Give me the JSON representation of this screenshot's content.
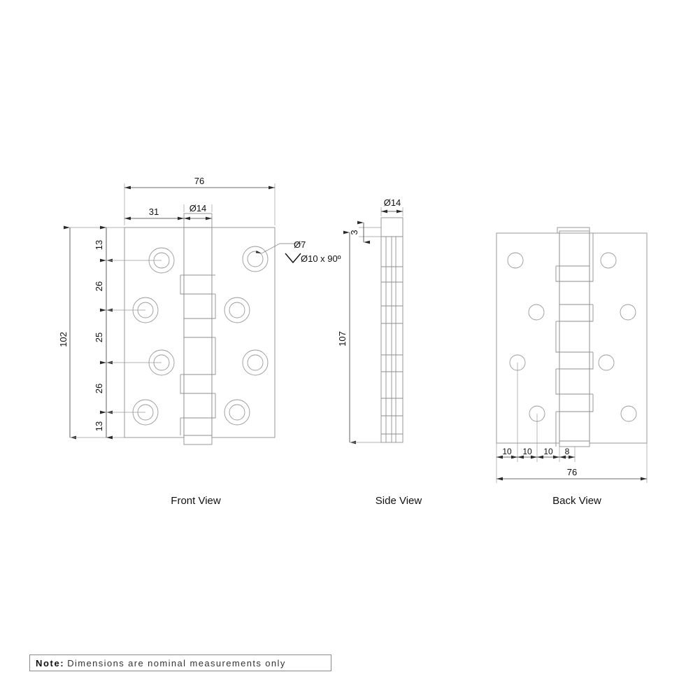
{
  "drawing": {
    "title": "Hinge technical drawing",
    "views": [
      {
        "id": "front",
        "label": "Front View"
      },
      {
        "id": "side",
        "label": "Side View"
      },
      {
        "id": "back",
        "label": "Back View"
      }
    ]
  },
  "front_view": {
    "label": "Front View",
    "width_overall": "76",
    "offset_to_knuckle": "31",
    "knuckle_diameter": "Ø14",
    "height_overall": "102",
    "vertical_segments": [
      "13",
      "26",
      "25",
      "26",
      "13"
    ],
    "hole_callout_primary": "Ø7",
    "hole_callout_countersink": "Ø10 x 90º"
  },
  "side_view": {
    "label": "Side View",
    "knuckle_diameter": "Ø14",
    "leaf_thickness": "3",
    "height_overall": "107"
  },
  "back_view": {
    "label": "Back View",
    "hole_spacings": [
      "10",
      "10",
      "10",
      "8"
    ],
    "width_overall": "76"
  },
  "note": {
    "label": "Note:",
    "text": "Dimensions are nominal measurements only"
  },
  "colors": {
    "part_line": "#8e8e8e",
    "dimension_line": "#3a3a3a",
    "text": "#111111",
    "note_border": "#8a8a8a",
    "background": "#ffffff"
  }
}
